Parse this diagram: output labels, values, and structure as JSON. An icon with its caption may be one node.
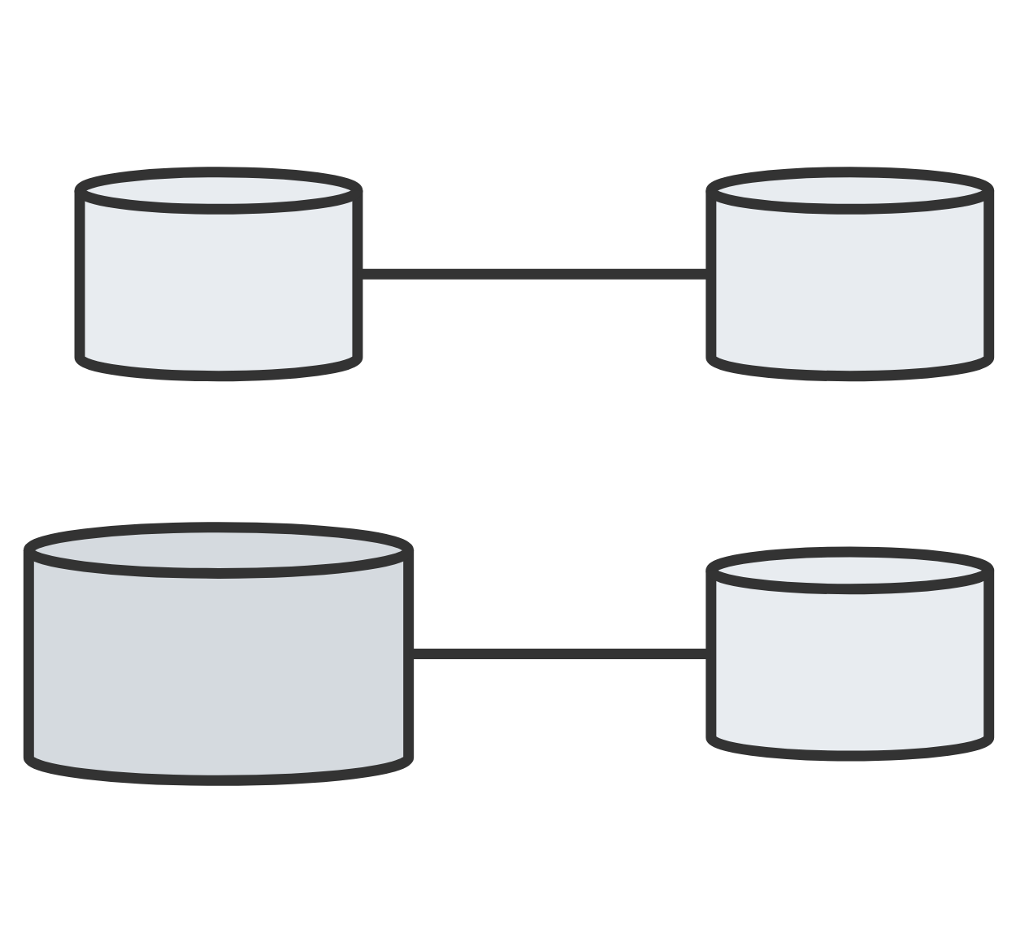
{
  "diagram": {
    "nodes": [
      {
        "text": [],
        "shape": "cylinder"
      },
      {
        "text": [],
        "shape": "cylinder"
      },
      {
        "text": [],
        "shape": "cylinder"
      },
      {
        "text": [],
        "shape": "cylinder"
      }
    ],
    "edges": [
      {
        "from": 0,
        "to": 2,
        "arrow": "none"
      },
      {
        "from": 1,
        "to": 3,
        "arrow": "none"
      }
    ]
  }
}
